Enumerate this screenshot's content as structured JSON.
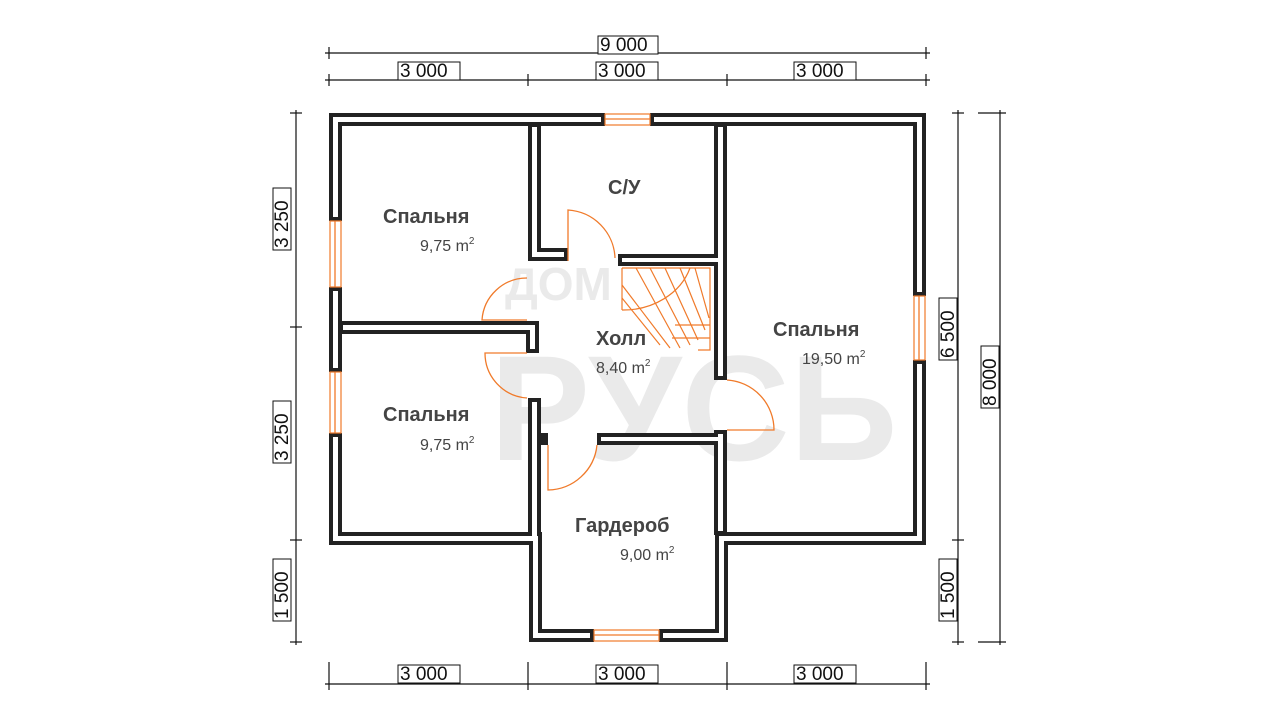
{
  "dimensions": {
    "top_total": "9 000",
    "top_segments": [
      "3 000",
      "3 000",
      "3 000"
    ],
    "bottom_segments": [
      "3 000",
      "3 000",
      "3 000"
    ],
    "left_segments": [
      "3 250",
      "3 250",
      "1 500"
    ],
    "right_inner": [
      "6 500",
      "1 500"
    ],
    "right_total": "8 000"
  },
  "rooms": {
    "bedroom_top_left": {
      "name": "Спальня",
      "area": "9,75 m",
      "unit_exp": "2"
    },
    "bathroom": {
      "name": "С/У",
      "area": "",
      "unit_exp": ""
    },
    "hall": {
      "name": "Холл",
      "area": "8,40 m",
      "unit_exp": "2"
    },
    "bedroom_bottom_left": {
      "name": "Спальня",
      "area": "9,75 m",
      "unit_exp": "2"
    },
    "bedroom_right": {
      "name": "Спальня",
      "area": "19,50 m",
      "unit_exp": "2"
    },
    "wardrobe": {
      "name": "Гардероб",
      "area": "9,00 m",
      "unit_exp": "2"
    }
  },
  "watermark": {
    "line1": "ДОМ",
    "line2": "РУСЬ"
  },
  "colors": {
    "wall": "#222222",
    "door": "#f07a2a",
    "dimension": "#111111"
  }
}
